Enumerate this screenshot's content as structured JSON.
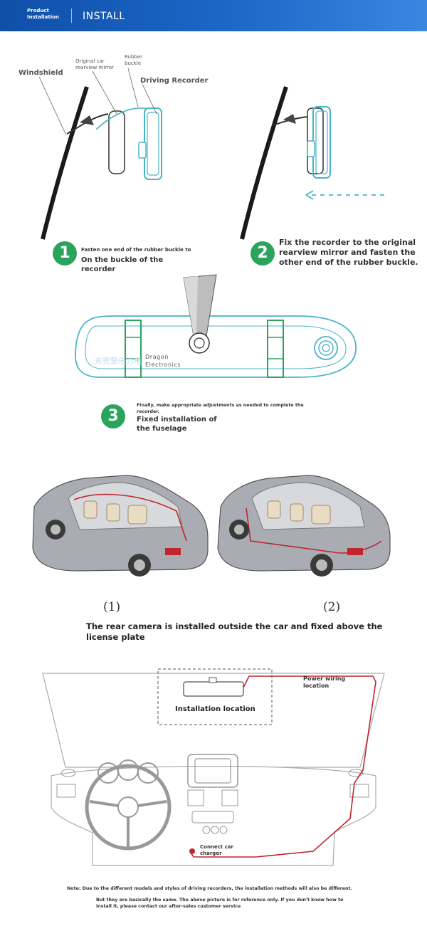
{
  "header": {
    "line1": "Product",
    "line2": "Installation",
    "title": "INSTALL"
  },
  "diagram1": {
    "windshield": "Windshield",
    "mirror_line1": "Original car",
    "mirror_line2": "rearview mirror",
    "buckle_line1": "Rubber",
    "buckle_line2": "buckle",
    "recorder": "Driving Recorder"
  },
  "step1": {
    "number": "1",
    "small": "Fasten one end of the rubber buckle to",
    "bold_line1": "On the buckle of the",
    "bold_line2": "recorder"
  },
  "step2": {
    "number": "2",
    "line1": "Fix the recorder to the original",
    "line2": "rearview mirror and fasten the",
    "line3": "other end of the rubber buckle."
  },
  "mirror": {
    "brand_line1": "Dragon",
    "brand_line2": "Electronics",
    "watermark": "东莞擎倍力电"
  },
  "step3": {
    "number": "3",
    "small_line1": "Finally, make appropriate adjustments as needed to complete the",
    "small_line2": "recorder.",
    "bold_line1": "Fixed installation of",
    "bold_line2": "the fuselage"
  },
  "cars": {
    "label1": "(1)",
    "label2": "(2)",
    "caption_line1": "The rear camera is installed outside the car and fixed above the",
    "caption_line2": "license plate"
  },
  "dashboard": {
    "install_location": "Installation location",
    "power_line1": "Power wiring",
    "power_line2": "location",
    "charger_line1": "Connect car",
    "charger_line2": "charger"
  },
  "note": {
    "line1": "Note: Due to the different models and styles of driving recorders, the installation methods will also be different.",
    "line2": "But they are basically the same. The above picture is for reference only. If you don't know how to",
    "line3": "install it, please contact our after-sales customer service"
  },
  "colors": {
    "header": "#1d68c8",
    "badge": "#2aa35c",
    "accent": "#4ab3c8",
    "wire": "#c0262b"
  }
}
